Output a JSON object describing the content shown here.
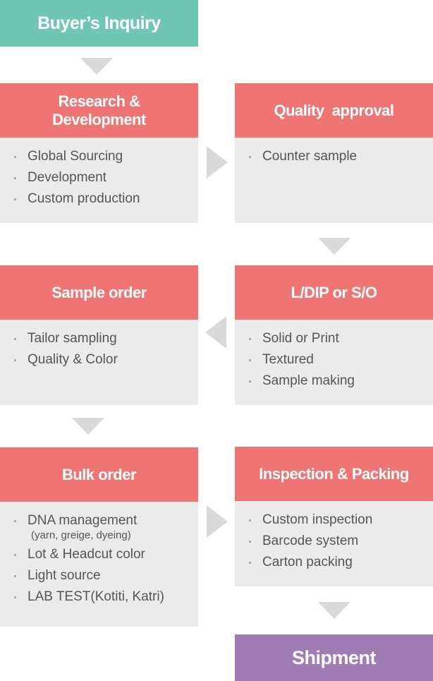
{
  "colors": {
    "teal": "#6fc7b3",
    "red": "#ef7474",
    "purple": "#a07cb4",
    "panel": "#ebebeb",
    "arrow": "#d9d9d9"
  },
  "start": {
    "title": "Buyer’s Inquiry"
  },
  "steps": [
    {
      "title_lines": [
        "Research &",
        "Development"
      ],
      "items": [
        "Global Sourcing",
        "Development",
        "Custom production"
      ]
    },
    {
      "title": "Quality  approval",
      "items": [
        "Counter sample"
      ]
    },
    {
      "title": "L/DIP or S/O",
      "items": [
        "Solid or Print",
        "Textured",
        "Sample making"
      ]
    },
    {
      "title": "Sample order",
      "items": [
        "Tailor sampling",
        "Quality & Color"
      ]
    },
    {
      "title": "Bulk order",
      "items": [
        "DNA management",
        "Lot & Headcut color",
        "Light source",
        "LAB TEST(Kotiti, Katri)"
      ],
      "item_note": "(yarn, greige, dyeing)"
    },
    {
      "title": "Inspection & Packing",
      "items": [
        "Custom inspection",
        "Barcode system",
        "Carton packing"
      ]
    }
  ],
  "end": {
    "title": "Shipment"
  }
}
